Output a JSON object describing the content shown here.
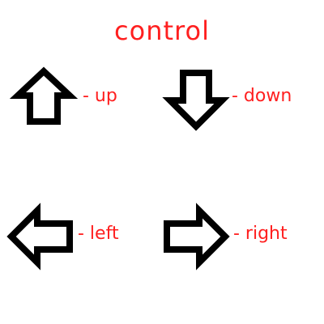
{
  "title": "control",
  "text_color": "#ff1f1f",
  "arrow_stroke": "#000000",
  "controls": [
    {
      "label": "- up",
      "icon": "arrow-up-icon"
    },
    {
      "label": "- down",
      "icon": "arrow-down-icon"
    },
    {
      "label": "- left",
      "icon": "arrow-left-icon"
    },
    {
      "label": "- right",
      "icon": "arrow-right-icon"
    }
  ]
}
